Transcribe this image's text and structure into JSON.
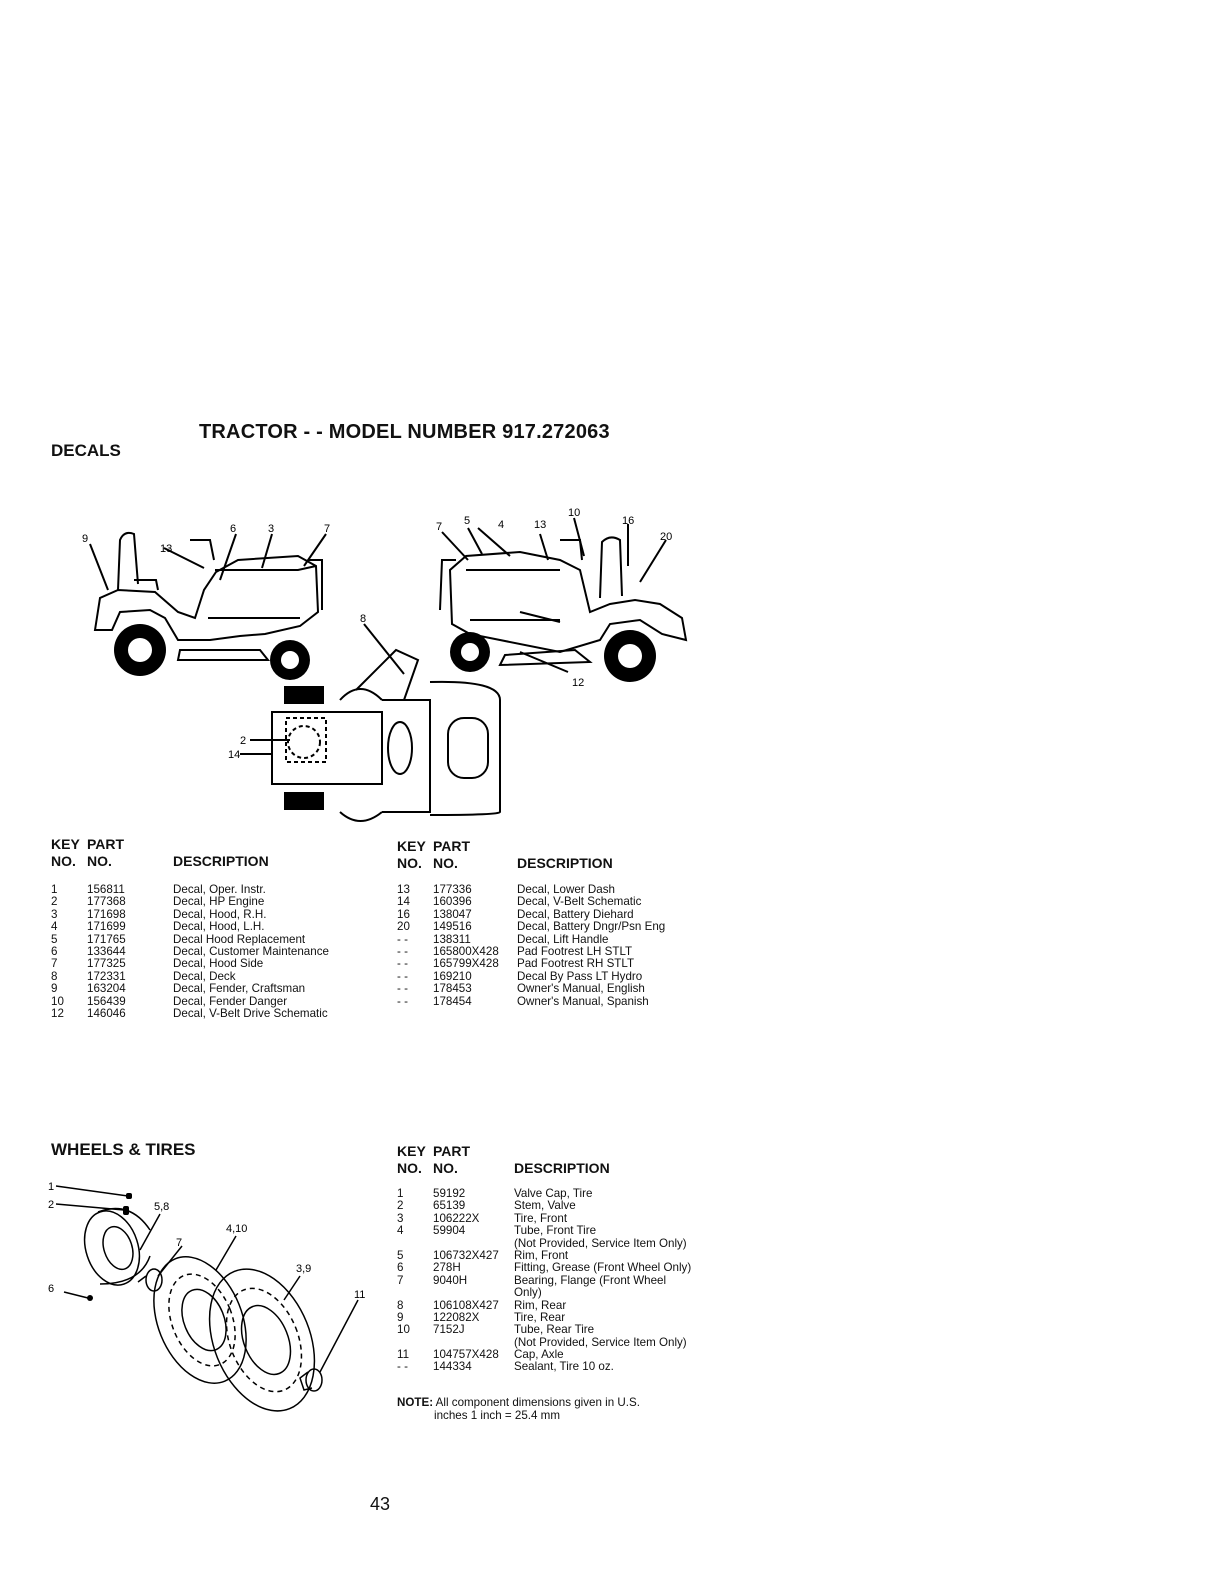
{
  "header": {
    "title": "TRACTOR - - MODEL NUMBER 917.272063"
  },
  "decals": {
    "section_title": "DECALS",
    "callouts": [
      "9",
      "13",
      "6",
      "3",
      "7",
      "7",
      "5",
      "4",
      "13",
      "10",
      "16",
      "20",
      "8",
      "12",
      "2",
      "14"
    ],
    "columns": {
      "key1": "KEY",
      "key2": "NO.",
      "part1": "PART",
      "part2": "NO.",
      "desc": "DESCRIPTION"
    },
    "left_rows": [
      {
        "key": "1",
        "part": "156811",
        "desc": "Decal, Oper. Instr."
      },
      {
        "key": "2",
        "part": "177368",
        "desc": "Decal, HP Engine"
      },
      {
        "key": "3",
        "part": "171698",
        "desc": "Decal, Hood, R.H."
      },
      {
        "key": "4",
        "part": "171699",
        "desc": "Decal, Hood, L.H."
      },
      {
        "key": "5",
        "part": "171765",
        "desc": "Decal Hood Replacement"
      },
      {
        "key": "6",
        "part": "133644",
        "desc": "Decal, Customer Maintenance"
      },
      {
        "key": "7",
        "part": "177325",
        "desc": "Decal, Hood Side"
      },
      {
        "key": "8",
        "part": "172331",
        "desc": "Decal, Deck"
      },
      {
        "key": "9",
        "part": "163204",
        "desc": "Decal, Fender, Craftsman"
      },
      {
        "key": "10",
        "part": "156439",
        "desc": "Decal, Fender Danger"
      },
      {
        "key": "12",
        "part": "146046",
        "desc": "Decal, V-Belt Drive Schematic"
      }
    ],
    "right_rows": [
      {
        "key": "13",
        "part": "177336",
        "desc": "Decal, Lower Dash"
      },
      {
        "key": "14",
        "part": "160396",
        "desc": "Decal, V-Belt Schematic"
      },
      {
        "key": "16",
        "part": "138047",
        "desc": "Decal, Battery Diehard"
      },
      {
        "key": "20",
        "part": "149516",
        "desc": "Decal, Battery Dngr/Psn Eng"
      },
      {
        "key": "- -",
        "part": "138311",
        "desc": "Decal, Lift Handle"
      },
      {
        "key": "- -",
        "part": "165800X428",
        "desc": "Pad Footrest LH STLT"
      },
      {
        "key": "- -",
        "part": "165799X428",
        "desc": "Pad Footrest RH STLT"
      },
      {
        "key": "- -",
        "part": "169210",
        "desc": "Decal By Pass LT Hydro"
      },
      {
        "key": "- -",
        "part": "178453",
        "desc": "Owner's Manual, English"
      },
      {
        "key": "- -",
        "part": "178454",
        "desc": "Owner's Manual, Spanish"
      }
    ]
  },
  "wheels": {
    "section_title": "WHEELS & TIRES",
    "callouts": [
      "1",
      "2",
      "5,8",
      "4,10",
      "7",
      "3,9",
      "11",
      "6"
    ],
    "columns": {
      "key1": "KEY",
      "key2": "NO.",
      "part1": "PART",
      "part2": "NO.",
      "desc": "DESCRIPTION"
    },
    "rows": [
      {
        "key": "1",
        "part": "59192",
        "desc": "Valve Cap, Tire"
      },
      {
        "key": "2",
        "part": "65139",
        "desc": "Stem, Valve"
      },
      {
        "key": "3",
        "part": "106222X",
        "desc": "Tire, Front"
      },
      {
        "key": "4",
        "part": "59904",
        "desc": "Tube, Front Tire"
      },
      {
        "key": "",
        "part": "",
        "desc": "(Not Provided, Service Item Only)"
      },
      {
        "key": "5",
        "part": "106732X427",
        "desc": "Rim, Front"
      },
      {
        "key": "6",
        "part": "278H",
        "desc": "Fitting, Grease (Front Wheel Only)"
      },
      {
        "key": "7",
        "part": "9040H",
        "desc": "Bearing, Flange (Front Wheel"
      },
      {
        "key": "",
        "part": "",
        "desc": "Only)"
      },
      {
        "key": "8",
        "part": "106108X427",
        "desc": "Rim, Rear"
      },
      {
        "key": "9",
        "part": "122082X",
        "desc": "Tire, Rear"
      },
      {
        "key": "10",
        "part": "7152J",
        "desc": "Tube, Rear Tire"
      },
      {
        "key": "",
        "part": "",
        "desc": "(Not Provided, Service Item Only)"
      },
      {
        "key": "11",
        "part": "104757X428",
        "desc": "Cap, Axle"
      },
      {
        "key": "- -",
        "part": "144334",
        "desc": "Sealant, Tire 10 oz."
      }
    ],
    "note_label": "NOTE:",
    "note_line1": "All component dimensions given in U.S.",
    "note_line2": "inches 1 inch = 25.4 mm"
  },
  "page_number": "43"
}
